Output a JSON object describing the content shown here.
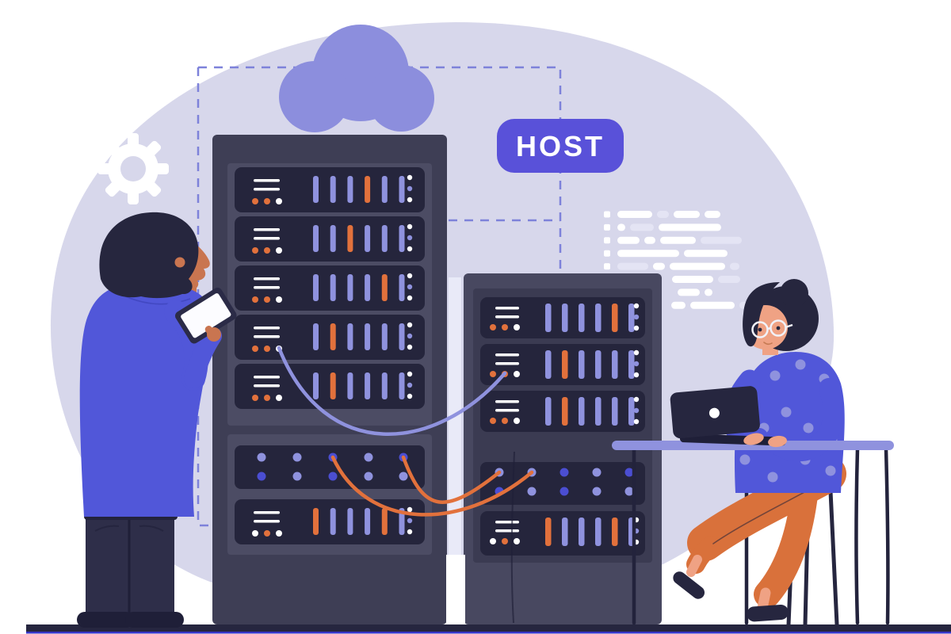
{
  "badge": {
    "label": "HOST"
  },
  "colors": {
    "background": "#ffffff",
    "circle_bg": "#d7d7eb",
    "cloud": "#8c8edd",
    "dashed_line": "#7e82da",
    "badge_bg": "#5951d9",
    "badge_text": "#ffffff",
    "rack_outer_left": "#3e3e55",
    "rack_inner_left": "#4c4c64",
    "rack_outer_right": "#484860",
    "rack_inner_right": "#3b3b52",
    "unit_bg": "#25253c",
    "bar_purple": "#8f92de",
    "bar_orange": "#e2713c",
    "dot_white": "#ffffff",
    "dot_blue": "#4b4ed2",
    "cable_purple": "#8f92de",
    "cable_orange": "#e2713c",
    "code_bright": "#ffffff",
    "code_faint": "#e4e4f4",
    "gear": "#ffffff",
    "table": "#8f92de",
    "laptop": "#26263f",
    "laptop_base": "#1f1f38",
    "dark_navy": "#26263f",
    "floor": "#26263f",
    "floor_accent": "#3434c6",
    "skin_man": "#c97550",
    "skin_woman": "#efa284",
    "hair": "#26263e",
    "shirt_blue": "#5157d9",
    "pants_man": "#2e2e49",
    "pants_orange": "#d9713b",
    "gap_highlight": "#e9eaf8"
  },
  "racks": {
    "left": {
      "units": [
        {
          "orange_bar": 4
        },
        {
          "orange_bar": 3
        },
        {
          "orange_bar": 5
        },
        {
          "orange_bar": 2
        },
        {
          "orange_bar": 2
        }
      ],
      "unit_front_dots": [
        "orange",
        "orange",
        "white"
      ],
      "unit_side_dots": [
        "white",
        "purple",
        "white"
      ],
      "patch_top_dots": [
        "purple",
        "purple",
        "blue",
        "purple",
        "blue"
      ],
      "patch_bottom_dots": [
        "blue",
        "purple",
        "blue",
        "purple",
        "purple"
      ],
      "bottom_unit": {
        "orange_bars": [
          1,
          5
        ],
        "front_dots": [
          "white",
          "orange",
          "white"
        ]
      }
    },
    "right": {
      "units": [
        {
          "orange_bar": 5
        },
        {
          "orange_bar": 2
        },
        {
          "orange_bar": 2
        }
      ],
      "unit_front_dots": [
        "orange",
        "orange",
        "white"
      ],
      "unit_side_dots": [
        "white",
        "purple",
        "white"
      ],
      "patch_top_dots": [
        "purple",
        "purple",
        "blue",
        "purple",
        "blue"
      ],
      "patch_bottom_dots": [
        "blue",
        "purple",
        "blue",
        "purple",
        "purple"
      ],
      "bottom_unit": {
        "orange_bars": [
          1,
          5
        ],
        "front_dots": [
          "white",
          "orange",
          "white"
        ]
      }
    }
  },
  "cables": [
    {
      "color": "purple",
      "from": "left-rack-unit-4",
      "to": "right-rack-unit-2"
    },
    {
      "color": "orange",
      "from": "left-patch-dot-3",
      "to": "right-patch-dot-2"
    },
    {
      "color": "orange",
      "from": "left-patch-dot-5",
      "to": "right-patch-dot-1"
    }
  ],
  "code_lines": {
    "rows": [
      {
        "bullet": true,
        "indent": 0,
        "segments": [
          {
            "w": 44,
            "faint": false
          },
          {
            "w": 15,
            "faint": true
          },
          {
            "w": 33,
            "faint": false
          },
          {
            "w": 20,
            "faint": false
          }
        ]
      },
      {
        "bullet": true,
        "indent": 0,
        "segments": [
          {
            "w": 10,
            "faint": false
          },
          {
            "w": 30,
            "faint": true
          },
          {
            "w": 79,
            "faint": false
          }
        ]
      },
      {
        "bullet": true,
        "indent": 0,
        "segments": [
          {
            "w": 28,
            "faint": false
          },
          {
            "w": 14,
            "faint": false
          },
          {
            "w": 45,
            "faint": false
          },
          {
            "w": 52,
            "faint": true
          }
        ]
      },
      {
        "bullet": true,
        "indent": 0,
        "segments": [
          {
            "w": 78,
            "faint": false
          },
          {
            "w": 55,
            "faint": false
          }
        ]
      },
      {
        "bullet": true,
        "indent": 0,
        "segments": [
          {
            "w": 39,
            "faint": true
          },
          {
            "w": 15,
            "faint": false
          },
          {
            "w": 70,
            "faint": false
          },
          {
            "w": 12,
            "faint": true
          }
        ]
      },
      {
        "bullet": false,
        "indent": 86,
        "segments": [
          {
            "w": 52,
            "faint": false
          },
          {
            "w": 28,
            "faint": true
          }
        ]
      },
      {
        "bullet": false,
        "indent": 93,
        "segments": [
          {
            "w": 28,
            "faint": false
          },
          {
            "w": 10,
            "faint": false
          }
        ]
      },
      {
        "bullet": false,
        "indent": 85,
        "segments": [
          {
            "w": 18,
            "faint": false
          },
          {
            "w": 56,
            "faint": false
          },
          {
            "w": 12,
            "faint": true
          }
        ]
      }
    ]
  }
}
